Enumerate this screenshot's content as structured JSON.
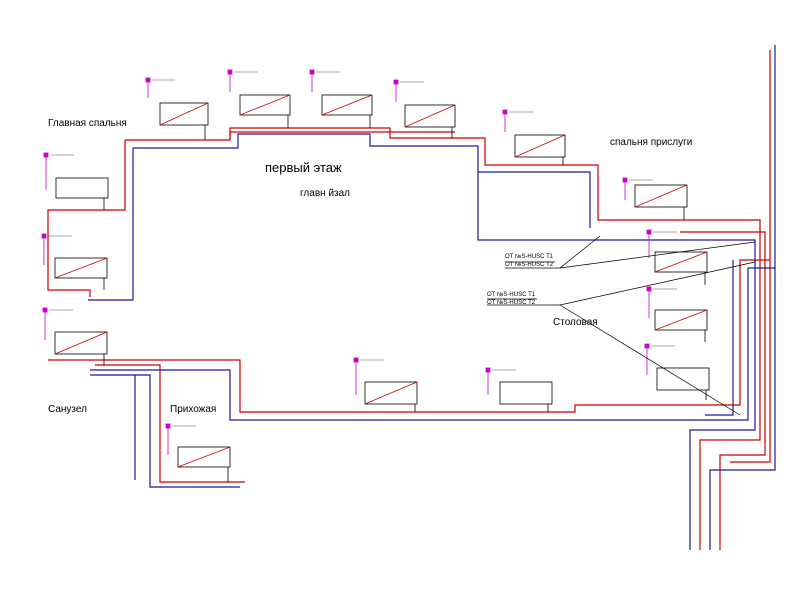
{
  "plan": {
    "title": "первый этаж",
    "subtitle": "главн йзал",
    "rooms": {
      "main_bedroom": "Главная спальня",
      "servant_bedroom": "спальня прислуги",
      "dining": "Столовая",
      "bathroom": "Санузел",
      "hallway": "Прихожая"
    },
    "callouts": {
      "group_a": [
        "ОТ №S-HUSC Т1",
        "ОТ №S-HUSC Т2"
      ],
      "group_b": [
        "ОТ №S-HUSC Т1",
        "ОТ №S-HUSC Т2"
      ]
    }
  },
  "colors": {
    "supply": "#cc0000",
    "return": "#1a1a99",
    "marker": "#cc00cc",
    "line": "#000000"
  }
}
